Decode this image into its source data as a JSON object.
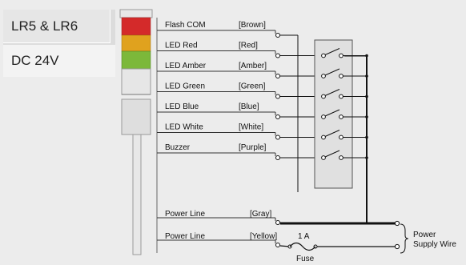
{
  "model": {
    "title": "LR5 & LR6",
    "voltage": "DC 24V"
  },
  "wires": [
    {
      "id": "flash",
      "label": "Flash COM",
      "color_name": "[Brown]"
    },
    {
      "id": "red",
      "label": "LED Red",
      "color_name": "[Red]"
    },
    {
      "id": "amber",
      "label": "LED Amber",
      "color_name": "[Amber]"
    },
    {
      "id": "green",
      "label": "LED Green",
      "color_name": "[Green]"
    },
    {
      "id": "blue",
      "label": "LED Blue",
      "color_name": "[Blue]"
    },
    {
      "id": "white",
      "label": "LED White",
      "color_name": "[White]"
    },
    {
      "id": "buzzer",
      "label": "Buzzer",
      "color_name": "[Purple]"
    }
  ],
  "power": [
    {
      "id": "gray",
      "label": "Power Line",
      "color_name": "[Gray]"
    },
    {
      "id": "yellow",
      "label": "Power Line",
      "color_name": "[Yellow]"
    }
  ],
  "fuse": {
    "rating": "1 A",
    "label": "Fuse"
  },
  "supply": {
    "line1": "Power",
    "line2": "Supply Wire"
  },
  "colors": {
    "red": "#d42a2a",
    "amber": "#e0a21e",
    "green": "#7cb83a",
    "tower": "#d8d8d8"
  }
}
